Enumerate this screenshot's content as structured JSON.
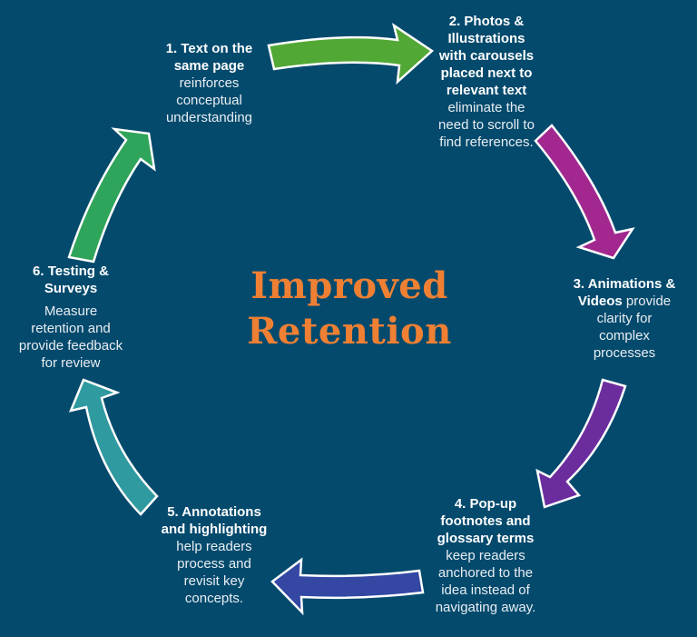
{
  "diagram": {
    "title_line1": "Improved",
    "title_line2": "Retention",
    "colors": {
      "background": "#044a6d",
      "title": "#ef8033",
      "arrow_outline": "#ffffff"
    },
    "steps": [
      {
        "heading_lines": [
          "1. Text on the",
          "same page"
        ],
        "desc_lines": [
          "reinforces",
          "conceptual",
          "understanding"
        ],
        "arrow_color": "#52a835",
        "arrow_icon": "arrow-right-curved"
      },
      {
        "heading_lines": [
          "2. Photos &",
          "Illustrations",
          "with  carousels",
          "placed next to",
          "relevant text"
        ],
        "desc_lines": [
          "eliminate the",
          "need to scroll to",
          "find references."
        ],
        "arrow_color": "#a2288f",
        "arrow_icon": "arrow-down-curved"
      },
      {
        "heading_inline": "3. Animations &",
        "heading_inline2": "Videos",
        "desc_inline": " provide",
        "desc_lines": [
          "clarity for",
          "complex",
          "processes"
        ],
        "arrow_color": "#6b2d9e",
        "arrow_icon": "arrow-down-left-curved"
      },
      {
        "heading_lines": [
          "4. Pop-up",
          "footnotes and",
          "glossary terms"
        ],
        "desc_lines": [
          "keep readers",
          "anchored to the",
          "idea instead of",
          "navigating away."
        ],
        "arrow_color": "#3347a3",
        "arrow_icon": "arrow-left-curved"
      },
      {
        "heading_lines": [
          "5. Annotations",
          "and highlighting"
        ],
        "desc_lines": [
          "help readers",
          "process and",
          "revisit key",
          "concepts."
        ],
        "arrow_color": "#2f9aa0",
        "arrow_icon": "arrow-up-curved"
      },
      {
        "heading_lines": [
          "6. Testing &",
          "Surveys"
        ],
        "desc_lines": [
          "Measure",
          "retention and",
          "provide feedback",
          "for review"
        ],
        "arrow_color": "#2fa45b",
        "arrow_icon": "arrow-up-right-curved"
      }
    ]
  }
}
